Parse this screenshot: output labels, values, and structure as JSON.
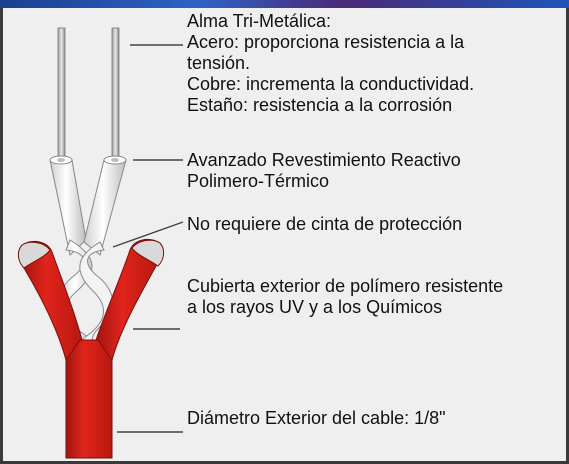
{
  "colors": {
    "jacket_red": "#e0241c",
    "jacket_dark": "#a31510",
    "insulation_white": "#f7f7f7",
    "conductor_gray": "#cfcfcf",
    "background": "#efefef"
  },
  "labels": {
    "core": {
      "title": "Alma Tri-Metálica:",
      "line1": "Acero: proporciona resistencia  a la",
      "line2": "tensión.",
      "line3": "Cobre: incrementa la conductividad.",
      "line4": "Estaño: resistencia a la corrosión"
    },
    "coating": {
      "line1": "Avanzado Revestimiento Reactivo",
      "line2": "Polimero-Térmico"
    },
    "tape": {
      "line1": "No requiere de cinta de protección"
    },
    "jacket": {
      "line1": "Cubierta exterior de polímero resistente",
      "line2": "a los rayos UV y a los Químicos"
    },
    "diameter": {
      "line1": "Diámetro Exterior del cable: 1/8\""
    }
  }
}
